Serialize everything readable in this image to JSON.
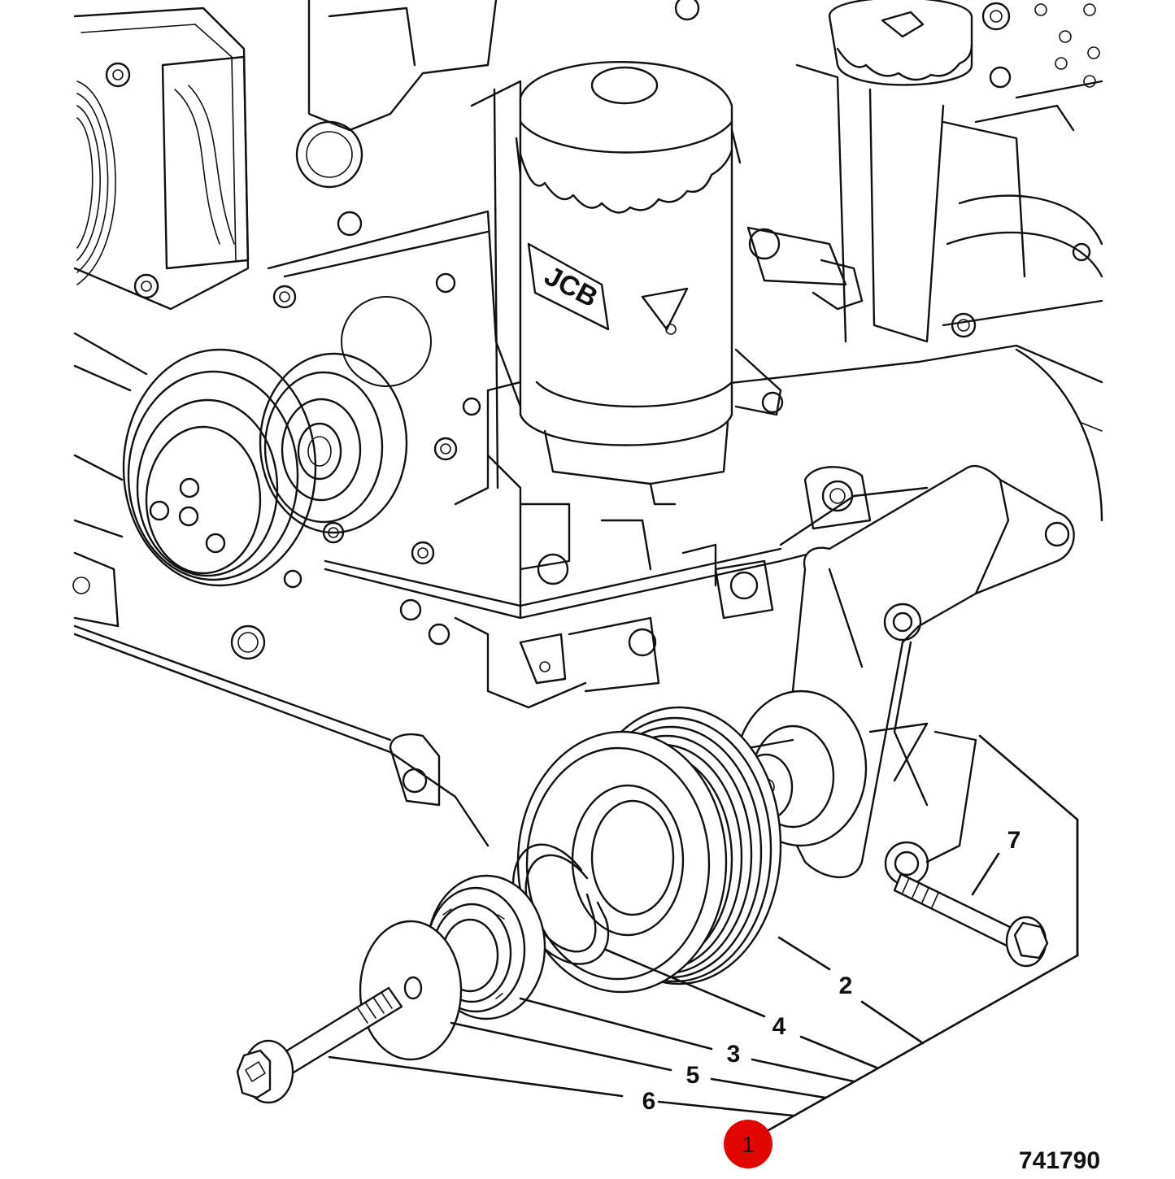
{
  "diagram": {
    "drawing_number": "741790",
    "filter_brand": "JCB",
    "highlight_color": "#e10600",
    "callouts": [
      {
        "id": "c1",
        "label": "1",
        "highlighted": true
      },
      {
        "id": "c2",
        "label": "2",
        "highlighted": false
      },
      {
        "id": "c3",
        "label": "3",
        "highlighted": false
      },
      {
        "id": "c4",
        "label": "4",
        "highlighted": false
      },
      {
        "id": "c5",
        "label": "5",
        "highlighted": false
      },
      {
        "id": "c6",
        "label": "6",
        "highlighted": false
      },
      {
        "id": "c7",
        "label": "7",
        "highlighted": false
      }
    ]
  }
}
